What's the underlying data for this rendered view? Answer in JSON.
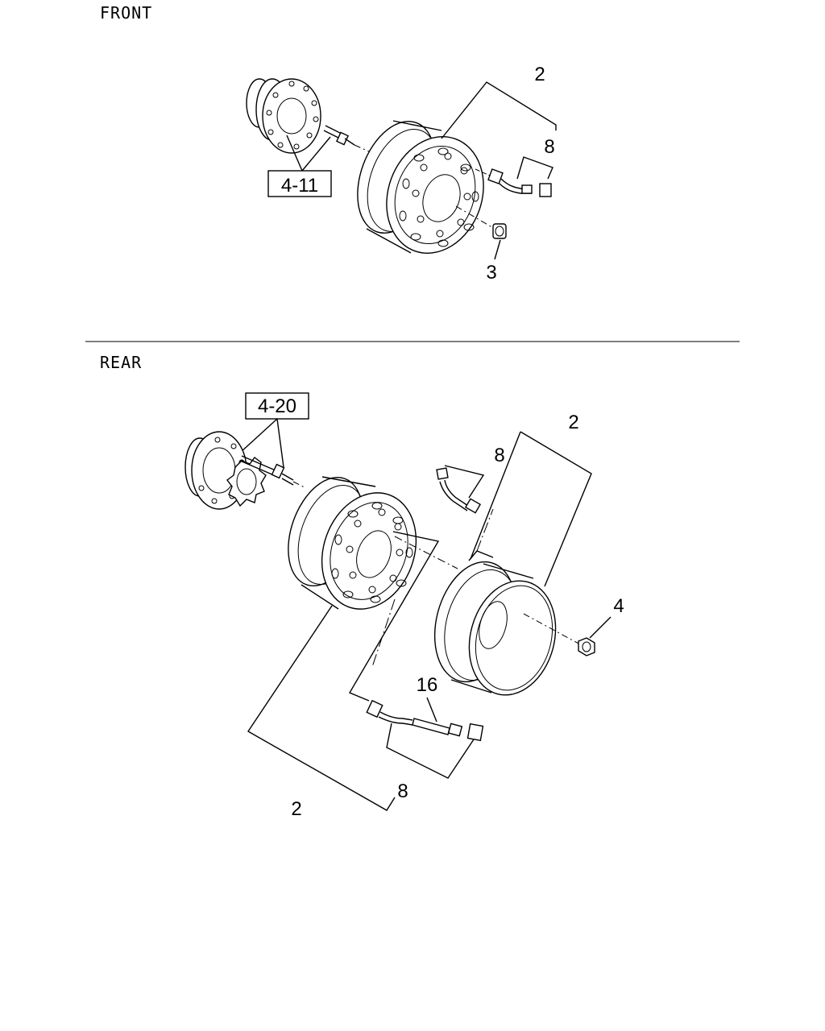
{
  "sections": {
    "front": {
      "title": "FRONT"
    },
    "rear": {
      "title": "REAR"
    }
  },
  "callouts": {
    "front_ref": "4-11",
    "front_wheel": "2",
    "front_valve": "8",
    "front_nut": "3",
    "rear_ref": "4-20",
    "rear_wheel_upper": "2",
    "rear_valve_upper": "8",
    "rear_nut": "4",
    "rear_extension": "16",
    "rear_valve_lower": "8",
    "rear_wheel_lower": "2"
  }
}
